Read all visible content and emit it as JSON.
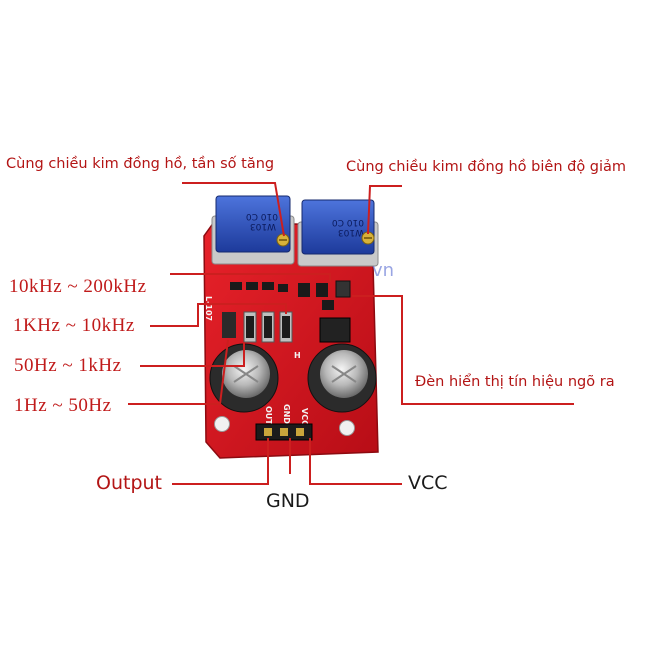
{
  "annotations": {
    "frequency_knob": "Cùng chiều kim đồng hồ, tần số tăng",
    "amplitude_knob": "Cùng chiều  kimı đồng hồ biên độ giảm",
    "signal_led": "Đèn hiển thị tín hiệu ngõ ra"
  },
  "ranges": [
    {
      "label": "10kHz ~ 200kHz"
    },
    {
      "label": "1KHz ~ 10kHz"
    },
    {
      "label": "50Hz ~ 1kHz"
    },
    {
      "label": "1Hz ~ 50Hz"
    }
  ],
  "pins": {
    "output": "Output",
    "gnd": "GND",
    "vcc": "VCC"
  },
  "pcb": {
    "pin_out": "OUT",
    "pin_gnd": "GND",
    "pin_vcc": "VCC",
    "pot_left_code": "W103",
    "pot_left_code2": "010 C0",
    "pot_right_code": "W103",
    "pot_right_code2": "010 C0",
    "silk_h": "H",
    "silk_l": "L",
    "silk_model": "L-107"
  },
  "watermark": "vn",
  "colors": {
    "pcb": "#d8121b",
    "pot": "#2f56c8",
    "label_red": "#b31515",
    "line": "#cc1f1f"
  }
}
